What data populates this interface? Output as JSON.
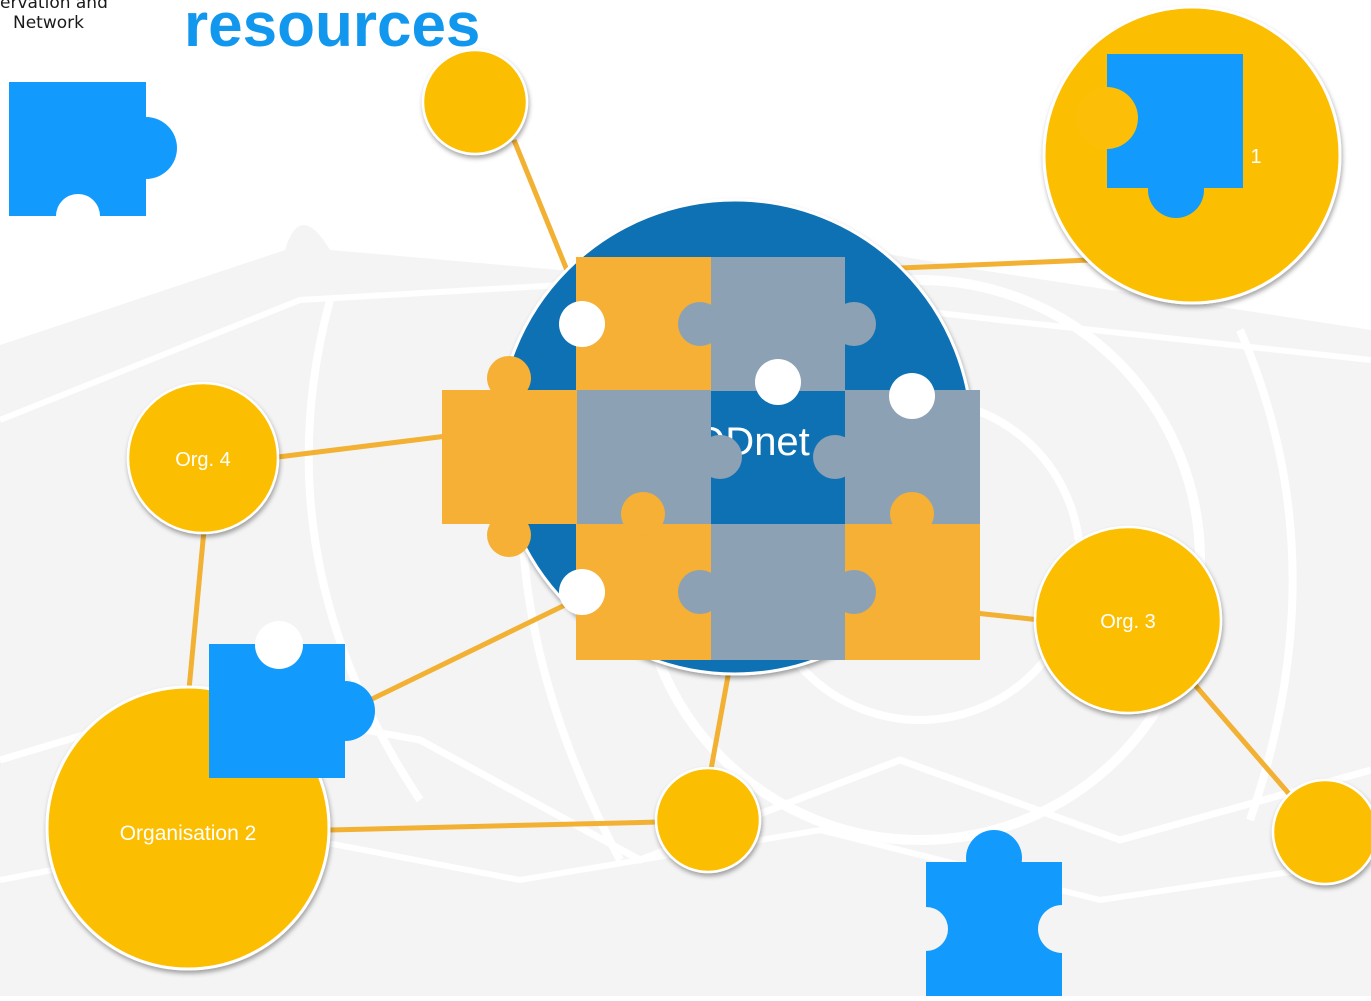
{
  "header": {
    "logo_line1": "ervation and",
    "logo_line2": "Network",
    "title": "resources"
  },
  "nodes": {
    "center_label": "ODnet",
    "org1_label": "1",
    "org2_label": "Organisation 2",
    "org3_label": "Org. 3",
    "org4_label": "Org. 4"
  },
  "colors": {
    "node_fill": "#fcbe06",
    "link": "#f2b132",
    "hub": "#1071b4",
    "puzzle_blue": "#129bfc",
    "puzzle_orange": "#f5b035",
    "puzzle_grey": "#8ca1b4",
    "background_pattern": "#f3f3f3"
  }
}
